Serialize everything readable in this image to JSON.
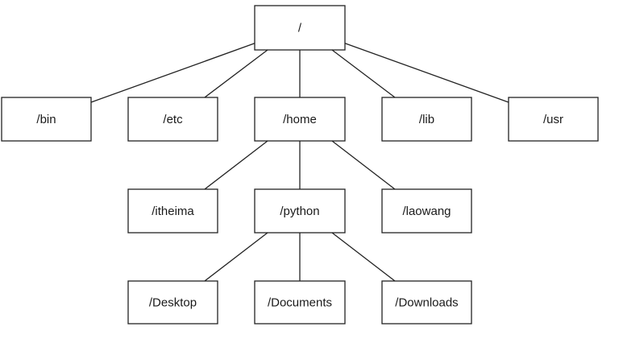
{
  "diagram": {
    "nodes": [
      {
        "id": "root",
        "label": "/"
      },
      {
        "id": "bin",
        "label": "/bin"
      },
      {
        "id": "etc",
        "label": "/etc"
      },
      {
        "id": "home",
        "label": "/home"
      },
      {
        "id": "lib",
        "label": "/lib"
      },
      {
        "id": "usr",
        "label": "/usr"
      },
      {
        "id": "itheima",
        "label": "/itheima"
      },
      {
        "id": "python",
        "label": "/python"
      },
      {
        "id": "laowang",
        "label": "/laowang"
      },
      {
        "id": "desktop",
        "label": "/Desktop"
      },
      {
        "id": "documents",
        "label": "/Documents"
      },
      {
        "id": "downloads",
        "label": "/Downloads"
      }
    ],
    "edges": [
      {
        "from": "root",
        "to": "bin"
      },
      {
        "from": "root",
        "to": "etc"
      },
      {
        "from": "root",
        "to": "home"
      },
      {
        "from": "root",
        "to": "lib"
      },
      {
        "from": "root",
        "to": "usr"
      },
      {
        "from": "home",
        "to": "itheima"
      },
      {
        "from": "home",
        "to": "python"
      },
      {
        "from": "home",
        "to": "laowang"
      },
      {
        "from": "python",
        "to": "desktop"
      },
      {
        "from": "python",
        "to": "documents"
      },
      {
        "from": "python",
        "to": "downloads"
      }
    ]
  }
}
